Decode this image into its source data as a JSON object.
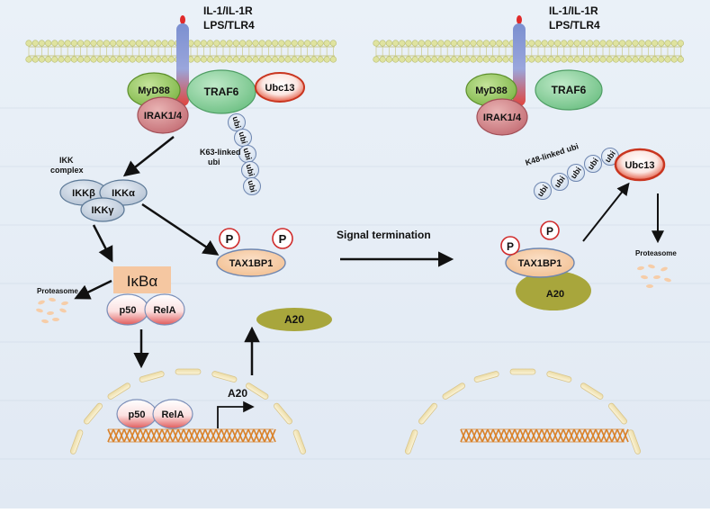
{
  "left_panel": {
    "receptor_label_1": "IL-1/IL-1R",
    "receptor_label_2": "LPS/TLR4",
    "myd88": "MyD88",
    "irak": "IRAK1/4",
    "traf6": "TRAF6",
    "ubc13": "Ubc13",
    "ubi": "ubi",
    "k63_label_1": "K63-linked",
    "k63_label_2": "ubi",
    "ikk_complex_1": "IKK",
    "ikk_complex_2": "complex",
    "ikkb": "IKKβ",
    "ikka": "IKKα",
    "ikkg": "IKKγ",
    "proteasome": "Proteasome",
    "ikba": "IκBα",
    "p50": "p50",
    "rela": "RelA",
    "tax1bp1": "TAX1BP1",
    "phospho": "P",
    "a20_protein": "A20",
    "a20_gene": "A20"
  },
  "center": {
    "signal_termination": "Signal termination"
  },
  "right_panel": {
    "receptor_label_1": "IL-1/IL-1R",
    "receptor_label_2": "LPS/TLR4",
    "myd88": "MyD88",
    "irak": "IRAK1/4",
    "traf6": "TRAF6",
    "k48_label": "K48-linked ubi",
    "ubi": "ubi",
    "ubc13": "Ubc13",
    "proteasome": "Proteasome",
    "tax1bp1": "TAX1BP1",
    "phospho": "P",
    "a20": "A20"
  },
  "colors": {
    "background": "#e6eef6",
    "membrane_head": "#dfe3a0",
    "myd88": "#9ccc6a",
    "irak": "#d68a8e",
    "traf6": "#8fd3a3",
    "ubc13": "#e0442a",
    "ubi": "#dfe9f5",
    "ikk": "#c6d2e0",
    "ikba": "#f5c7a1",
    "p50_rela": "#f08a8a",
    "tax1bp1": "#f6cda8",
    "a20": "#a8a63c",
    "phospho_ring": "#d02b2b",
    "proteasome": "#f6cda8",
    "dna": "#d9822b",
    "nucleus": "#f2e8c0"
  }
}
